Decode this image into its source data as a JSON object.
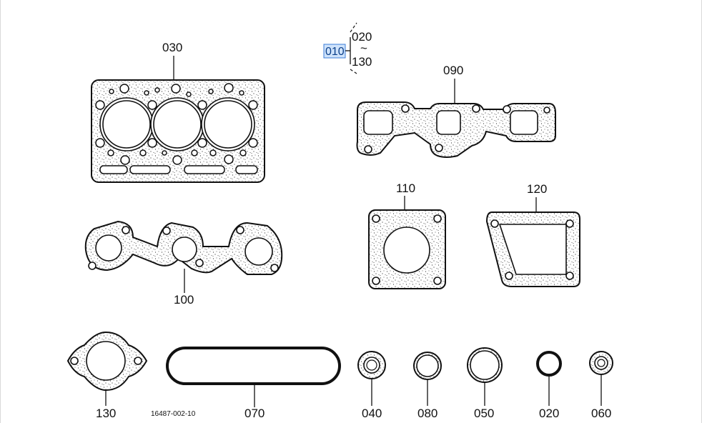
{
  "diagram": {
    "callout": "010",
    "range_start": "020",
    "range_sep": "~",
    "range_end": "130",
    "drawing_code": "16487-002-10",
    "labels": {
      "head_gasket": "030",
      "exhaust_gasket": "090",
      "intake_gasket": "100",
      "square_gasket": "110",
      "cover_gasket": "120",
      "flange_gasket": "130",
      "loop_seal": "070",
      "seal_040": "040",
      "ring_080": "080",
      "ring_050": "050",
      "oring_020": "020",
      "seal_060": "060"
    }
  }
}
